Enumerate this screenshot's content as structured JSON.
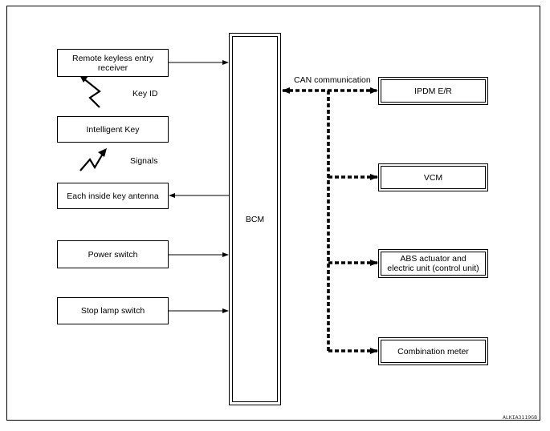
{
  "diagram": {
    "left_boxes": {
      "remote_keyless": "Remote keyless entry receiver",
      "intelligent_key": "Intelligent Key",
      "inside_antenna": "Each inside key antenna",
      "power_switch": "Power switch",
      "stop_lamp": "Stop lamp switch"
    },
    "bcm": "BCM",
    "labels": {
      "key_id": "Key ID",
      "signals": "Signals",
      "can": "CAN communication"
    },
    "right_boxes": {
      "ipdm": "IPDM E/R",
      "vcm": "VCM",
      "abs": "ABS actuator and electric unit (control unit)",
      "combination_meter": "Combination meter"
    },
    "figure_code": "ALKIA3119GB"
  }
}
